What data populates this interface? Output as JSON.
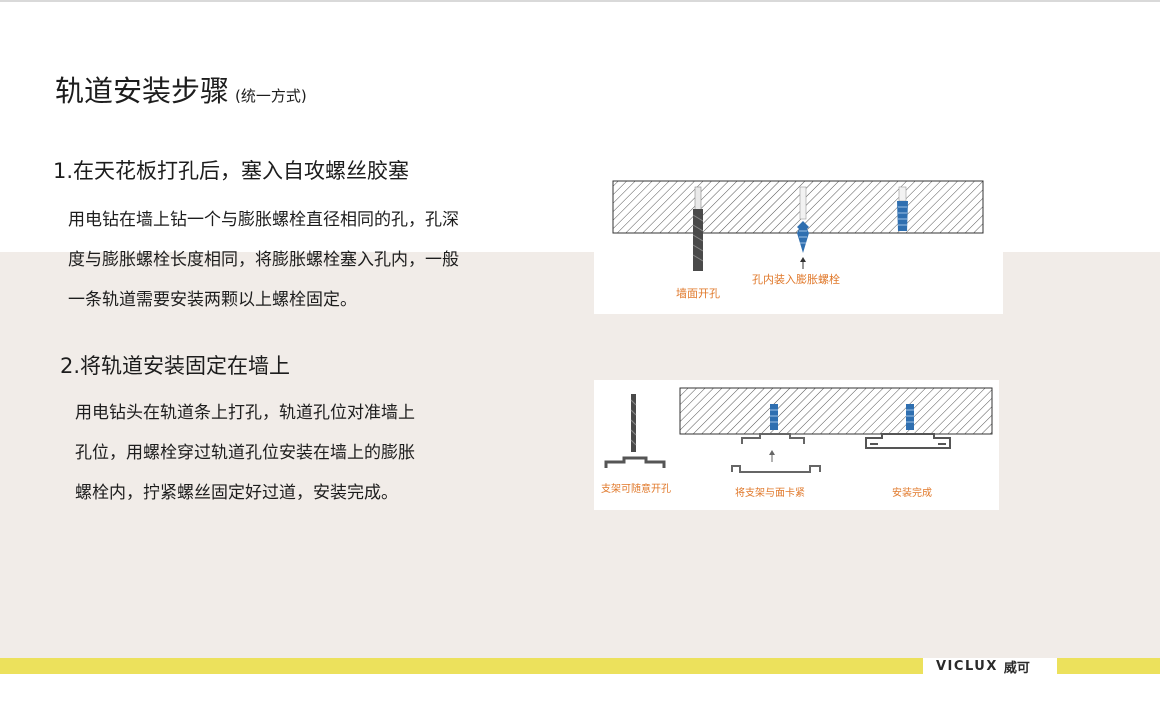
{
  "title": "轨道安装步骤",
  "subtitle": "(统一方式)",
  "steps": [
    {
      "heading": "1.在天花板打孔后，塞入自攻螺丝胶塞",
      "body": [
        "用电钻在墙上钻一个与膨胀螺栓直径相同的孔，孔深",
        "度与膨胀螺栓长度相同，将膨胀螺栓塞入孔内，一般",
        "一条轨道需要安装两颗以上螺栓固定。"
      ],
      "figure_labels": [
        "墙面开孔",
        "孔内装入膨胀螺栓"
      ]
    },
    {
      "heading": "2.将轨道安装固定在墙上",
      "body": [
        "用电钻头在轨道条上打孔，轨道孔位对准墙上",
        "孔位，用螺栓穿过轨道孔位安装在墙上的膨胀",
        "螺栓内，拧紧螺丝固定好过道，安装完成。"
      ],
      "figure_labels": [
        "支架可随意开孔",
        "将支架与面卡紧",
        "安装完成"
      ]
    }
  ],
  "brand": {
    "latin": "VICLUX",
    "chinese": "威可"
  },
  "colors": {
    "accent_yellow": "#ece15c",
    "band_beige": "#f1ece8",
    "label_orange": "#e0782a",
    "anchor_blue": "#2f6fb0"
  }
}
